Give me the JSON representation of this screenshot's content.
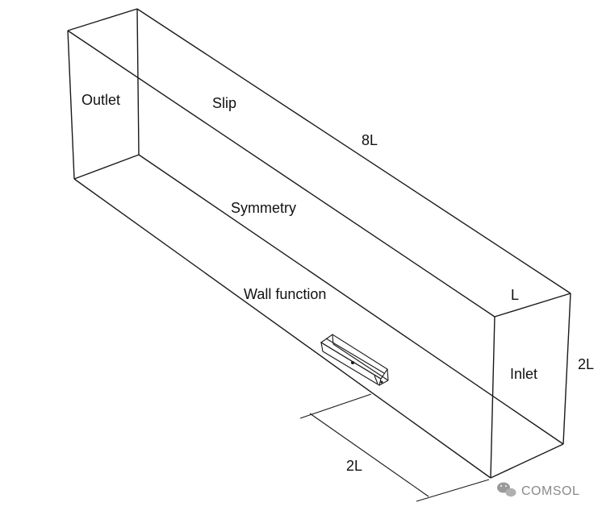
{
  "labels": {
    "outlet": "Outlet",
    "slip": "Slip",
    "length": "8L",
    "symmetry": "Symmetry",
    "wall_function": "Wall function",
    "inlet_width": "L",
    "inlet": "Inlet",
    "height": "2L",
    "offset": "2L"
  },
  "watermark": {
    "text": "COMSOL",
    "icon": "wechat-icon"
  },
  "colors": {
    "line": "#1a1a1a",
    "text": "#111111",
    "watermark": "#8a8a8a"
  }
}
